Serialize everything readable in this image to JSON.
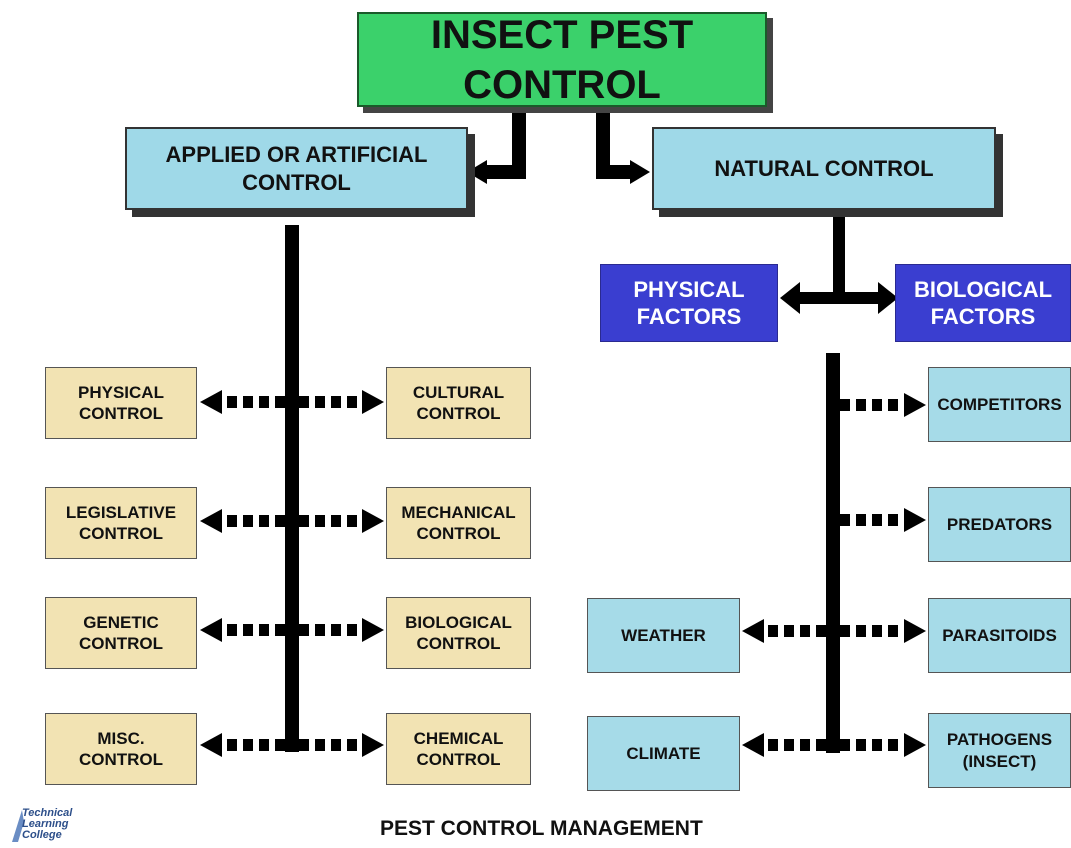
{
  "root": {
    "label": "INSECT PEST CONTROL"
  },
  "applied": {
    "label": "APPLIED OR ARTIFICIAL\nCONTROL"
  },
  "natural": {
    "label": "NATURAL CONTROL"
  },
  "physical_factors": {
    "label": "PHYSICAL\nFACTORS"
  },
  "biological_factors": {
    "label": "BIOLOGICAL\nFACTORS"
  },
  "applied_methods": {
    "physical": "PHYSICAL\nCONTROL",
    "cultural": "CULTURAL\nCONTROL",
    "legislative": "LEGISLATIVE\nCONTROL",
    "mechanical": "MECHANICAL\nCONTROL",
    "genetic": "GENETIC\nCONTROL",
    "biological": "BIOLOGICAL\nCONTROL",
    "misc": "MISC.\nCONTROL",
    "chemical": "CHEMICAL\nCONTROL"
  },
  "natural_factors": {
    "competitors": "COMPETITORS",
    "predators": "PREDATORS",
    "parasitoids": "PARASITOIDS",
    "pathogens": "PATHOGENS\n(INSECT)",
    "weather": "WEATHER",
    "climate": "CLIMATE"
  },
  "colors": {
    "root_fill": "#3bd16b",
    "level1_fill": "#9fd9e8",
    "factor_fill": "#3a3ed0",
    "applied_leaf_fill": "#f2e3b3",
    "natural_leaf_fill": "#a6dbe8",
    "connector": "#000000"
  },
  "logo": {
    "line1": "Technical",
    "line2": "Learning",
    "line3": "College"
  },
  "footer": {
    "title": "PEST CONTROL MANAGEMENT"
  }
}
